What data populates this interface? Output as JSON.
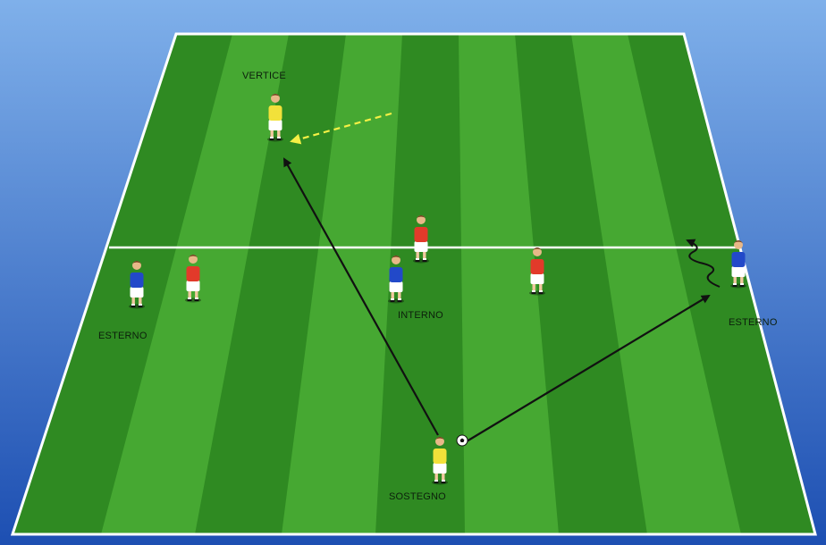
{
  "labels": {
    "vertice": "VERTICE",
    "interno": "INTERNO",
    "esterno_left": "ESTERNO",
    "esterno_right": "ESTERNO",
    "sostegno": "SOSTEGNO"
  },
  "colors": {
    "background_top": "#7fb0ea",
    "background_bottom": "#1d4fb2",
    "pitch_dark": "#2f8a22",
    "pitch_light": "#46a832",
    "line_white": "#ffffff",
    "team_yellow": "#f2e13a",
    "team_red": "#e23a2a",
    "team_blue": "#2249c9",
    "shorts": "#ffffff",
    "arrow_black": "#111111",
    "arrow_yellow": "#f5f045"
  },
  "players": [
    {
      "team": "yellow",
      "role": "vertice"
    },
    {
      "team": "red",
      "role": "defender"
    },
    {
      "team": "blue",
      "role": "interno"
    },
    {
      "team": "red",
      "role": "defender"
    },
    {
      "team": "blue",
      "role": "esterno-left"
    },
    {
      "team": "red",
      "role": "defender"
    },
    {
      "team": "blue",
      "role": "esterno-right"
    },
    {
      "team": "yellow",
      "role": "sostegno"
    }
  ]
}
